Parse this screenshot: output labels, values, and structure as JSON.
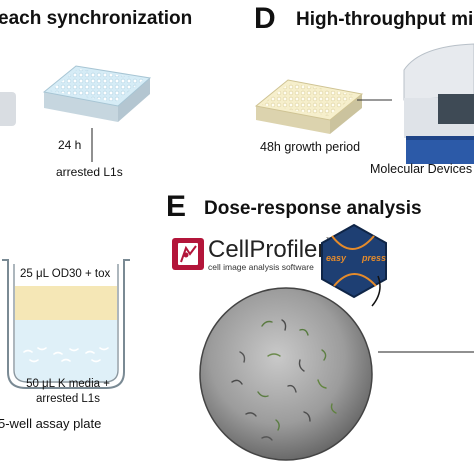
{
  "panel_c": {
    "title": "each synchronization",
    "timepoint": "24 h",
    "result": "arrested L1s",
    "top_layer": "25 μL OD30 + tox",
    "bottom_layer_line1": "50 μL K media +",
    "bottom_layer_line2": "arrested L1s",
    "plate_label": "5-well assay plate"
  },
  "panel_d": {
    "letter": "D",
    "title": "High-throughput micr",
    "growth": "48h growth period",
    "instrument": "Molecular Devices"
  },
  "panel_e": {
    "letter": "E",
    "title": "Dose-response analysis",
    "cellprofiler_name": "CellProfiler",
    "cellprofiler_tm": "™",
    "cellprofiler_tagline": "cell image analysis software",
    "easy_logo_left": "easy",
    "easy_logo_right": "press"
  },
  "colors": {
    "plate_blue": "#d6ecf6",
    "plate_yellow": "#f6efcc",
    "cellprofiler_red": "#b3153a",
    "easyxpress_navy": "#1e3f73",
    "easyxpress_orange": "#e58b2b",
    "well_top_layer": "#f5e7b6",
    "well_bottom_layer": "#dff0f8"
  },
  "icons": [
    "plate-blue-icon",
    "plate-yellow-icon",
    "microscope-icon",
    "assay-well-icon",
    "cellprofiler-logo-icon",
    "easyxpress-logo-icon",
    "worm-well-image"
  ]
}
